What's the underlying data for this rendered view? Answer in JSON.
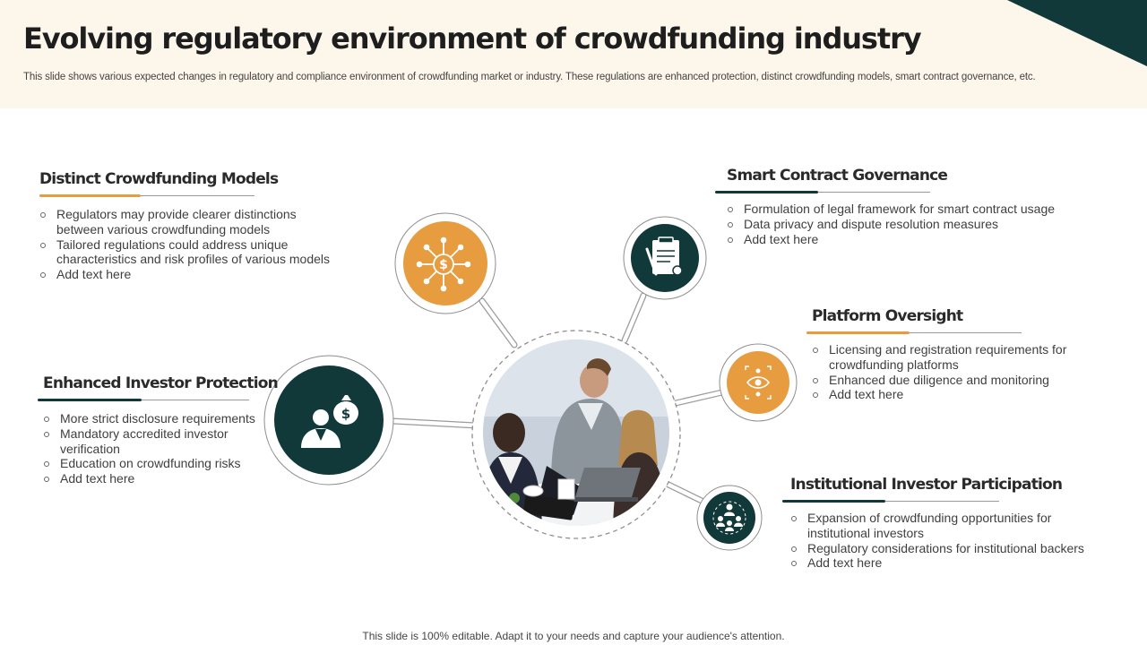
{
  "title": "Evolving regulatory environment of crowdfunding industry",
  "subtitle": "This slide shows various expected changes in regulatory and compliance environment of crowdfunding market or industry. These regulations are enhanced protection, distinct crowdfunding models, smart contract governance, etc.",
  "footer": "This slide is 100% editable. Adapt it to your needs and capture your audience's attention.",
  "colors": {
    "accent_orange": "#e79c3f",
    "accent_teal": "#12393a",
    "header_bg": "#fdf6ea"
  },
  "sections": {
    "distinct_models": {
      "heading": "Distinct Crowdfunding Models",
      "icon": "money-network-icon",
      "bullets": [
        "Regulators may provide clearer distinctions between various crowdfunding models",
        "Tailored regulations could address unique characteristics and risk profiles of various models",
        "Add text here"
      ]
    },
    "investor_protection": {
      "heading": "Enhanced Investor Protection",
      "icon": "investor-money-bag-icon",
      "bullets": [
        "More strict disclosure requirements",
        "Mandatory accredited investor verification",
        "Education on crowdfunding risks",
        "Add text here"
      ]
    },
    "smart_contract": {
      "heading": "Smart Contract Governance",
      "icon": "contract-document-icon",
      "bullets": [
        "Formulation of legal framework for smart contract usage",
        "Data privacy and dispute resolution measures",
        "Add text here"
      ]
    },
    "platform_oversight": {
      "heading": "Platform Oversight",
      "icon": "oversight-eye-icon",
      "bullets": [
        "Licensing and registration requirements for crowdfunding platforms",
        "Enhanced due diligence and monitoring",
        "Add text here"
      ]
    },
    "institutional": {
      "heading": "Institutional Investor Participation",
      "icon": "network-people-icon",
      "bullets": [
        "Expansion of crowdfunding opportunities for institutional investors",
        "Regulatory considerations for institutional backers",
        "Add text here"
      ]
    }
  }
}
